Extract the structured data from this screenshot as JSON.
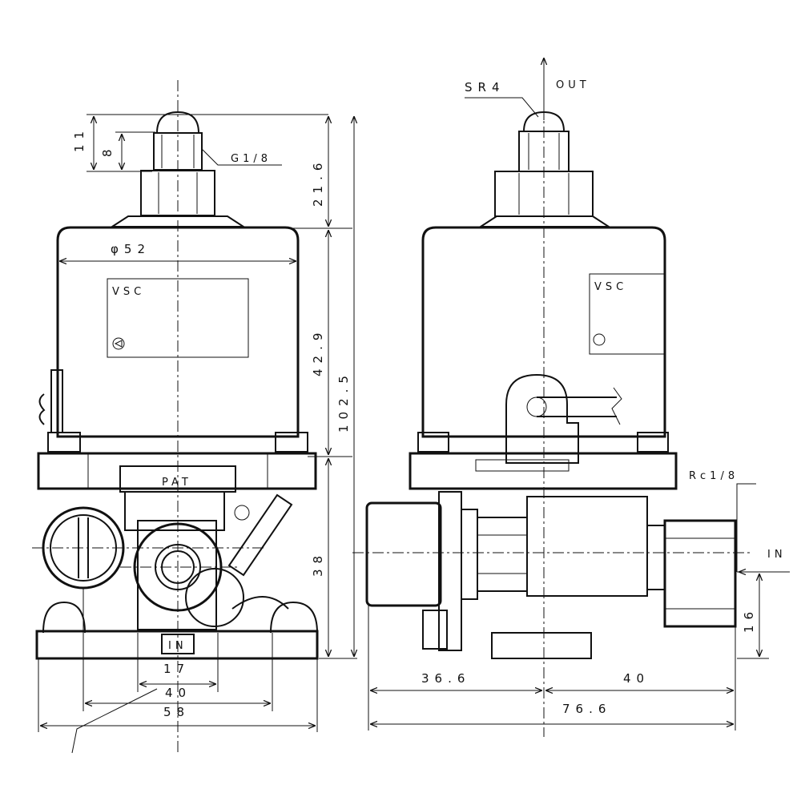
{
  "dimensions": {
    "d11": "11",
    "d8": "8",
    "thread_top": "G1/8",
    "d21_6": "21.6",
    "diameter": "φ52",
    "d42_9": "42.9",
    "d102_5": "102.5",
    "d38": "38",
    "d17": "17",
    "d40_left": "40",
    "d58": "58",
    "sr4": "SR4",
    "d36_6": "36.6",
    "d40_right": "40",
    "d76_6": "76.6",
    "d16": "16",
    "thread_side": "Rc1/8"
  },
  "labels": {
    "out": "OUT",
    "in_side": "IN",
    "in_base": "IN",
    "pat": "PAT",
    "brand_front": "VSC",
    "brand_side": "VSC"
  }
}
